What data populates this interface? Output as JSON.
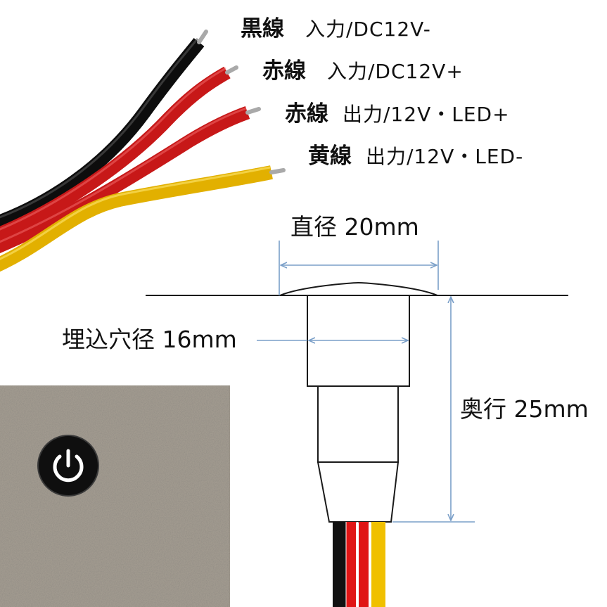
{
  "wires": [
    {
      "name": "黒線",
      "spec": "入力/DC12V-",
      "color": "#1b1b1b"
    },
    {
      "name": "赤線",
      "spec": "入力/DC12V+",
      "color": "#d82020"
    },
    {
      "name": "赤線",
      "spec": "出力/12V・LED+",
      "color": "#d82020"
    },
    {
      "name": "黄線",
      "spec": "出力/12V・LED-",
      "color": "#e8b40c"
    }
  ],
  "dimensions": {
    "diameter": "直径 20mm",
    "mount_hole": "埋込穴径 16mm",
    "depth": "奥行 25mm"
  },
  "colors": {
    "dimension_line": "#7a9fc8",
    "carpet": "#a19a8f",
    "button": "#111111",
    "power_icon": "#ffffff"
  },
  "icons": {
    "button": "power-icon"
  }
}
